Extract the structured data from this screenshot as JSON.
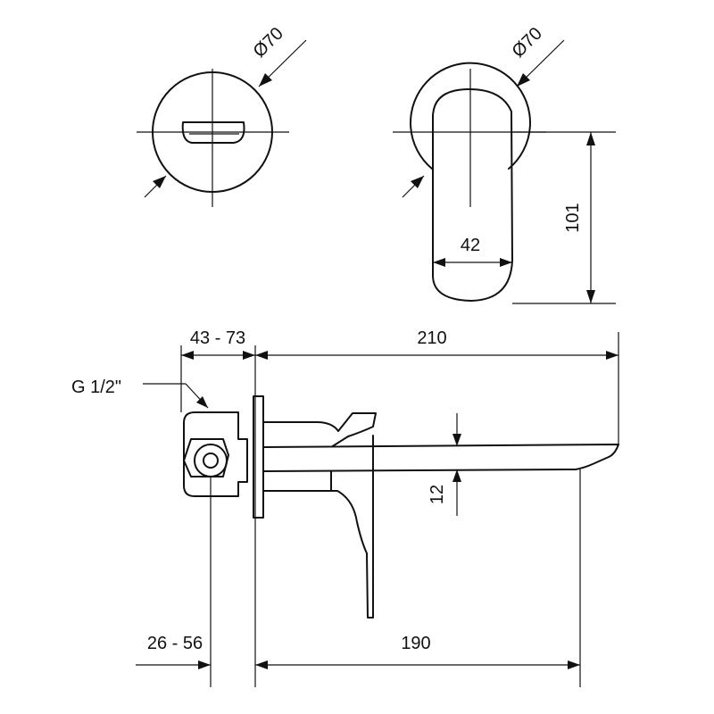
{
  "labels": {
    "dia_left": "Ø70",
    "dia_right": "Ø70",
    "handle_width": "42",
    "height": "101",
    "range_top": "43 - 73",
    "length_top": "210",
    "thread": "G 1/2\"",
    "spout_thickness": "12",
    "range_bottom": "26 - 56",
    "length_bottom": "190"
  }
}
